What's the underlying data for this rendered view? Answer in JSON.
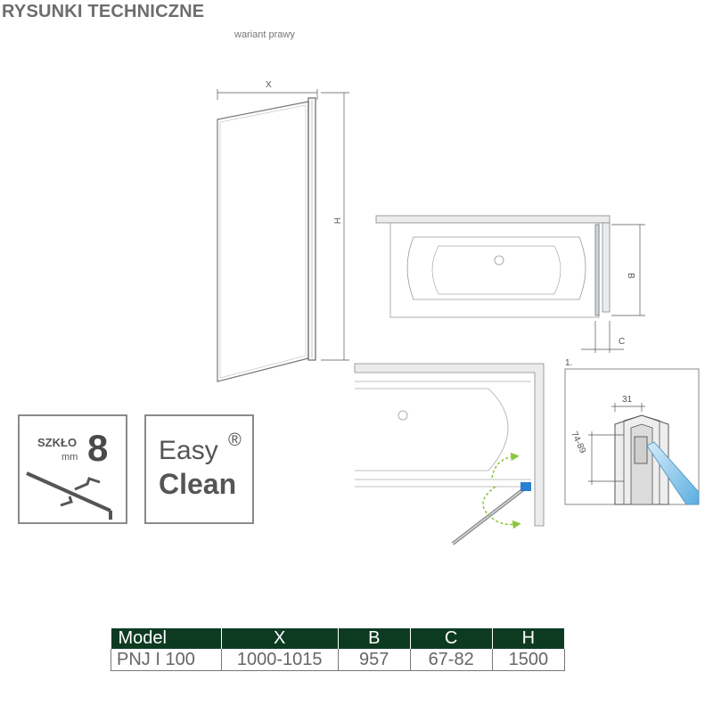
{
  "header": {
    "title": "RYSUNKI TECHNICZNE",
    "subtitle": "wariant prawy"
  },
  "drawing_labels": {
    "x": "X",
    "h": "H",
    "b": "B",
    "c": "C",
    "detail_number": "1.",
    "detail_width": "31",
    "detail_range": "74-89"
  },
  "badges": {
    "glass": {
      "word": "SZKŁO",
      "unit": "mm",
      "value": "8"
    },
    "easyclean": {
      "line1": "Easy",
      "mark": "®",
      "line2": "Clean"
    }
  },
  "colors": {
    "table_header": "#0d3b22",
    "arrow_green": "#8cc63f",
    "glass_blue": "#5aaee0",
    "hinge_blue": "#2a7fd4"
  },
  "table": {
    "headers": [
      "Model",
      "X",
      "B",
      "C",
      "H"
    ],
    "rows": [
      [
        "PNJ I 100",
        "1000-1015",
        "957",
        "67-82",
        "1500"
      ]
    ]
  }
}
